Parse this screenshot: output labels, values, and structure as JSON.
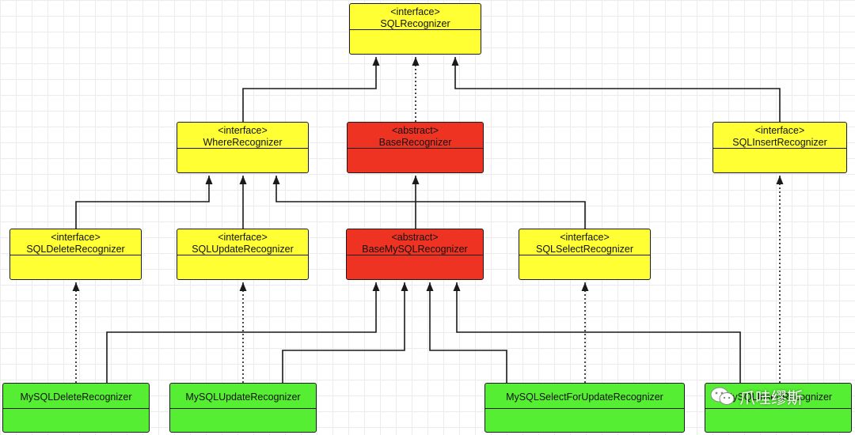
{
  "nodes": [
    {
      "id": "sqlrecognizer",
      "stereotype": "<interface>",
      "name": "SQLRecognizer",
      "color": "yellow"
    },
    {
      "id": "whererecognizer",
      "stereotype": "<interface>",
      "name": "WhereRecognizer",
      "color": "yellow"
    },
    {
      "id": "baserecognizer",
      "stereotype": "<abstract>",
      "name": "BaseRecognizer",
      "color": "red"
    },
    {
      "id": "sqlinsertrecognizer",
      "stereotype": "<interface>",
      "name": "SQLInsertRecognizer",
      "color": "yellow"
    },
    {
      "id": "sqldeleterecognizer",
      "stereotype": "<interface>",
      "name": "SQLDeleteRecognizer",
      "color": "yellow"
    },
    {
      "id": "sqlupdaterecognizer",
      "stereotype": "<interface>",
      "name": "SQLUpdateRecognizer",
      "color": "yellow"
    },
    {
      "id": "basemysqlrecognizer",
      "stereotype": "<abstract>",
      "name": "BaseMySQLRecognizer",
      "color": "red"
    },
    {
      "id": "sqlselectrecognizer",
      "stereotype": "<interface>",
      "name": "SQLSelectRecognizer",
      "color": "yellow"
    },
    {
      "id": "mysqldeleterecognizer",
      "stereotype": "",
      "name": "MySQLDeleteRecognizer",
      "color": "green"
    },
    {
      "id": "mysqlupdaterecognizer",
      "stereotype": "",
      "name": "MySQLUpdateRecognizer",
      "color": "green"
    },
    {
      "id": "mysqlselectforupdaterecognizer",
      "stereotype": "",
      "name": "MySQLSelectForUpdateRecognizer",
      "color": "green"
    },
    {
      "id": "mysqlinsertrecognizer",
      "stereotype": "",
      "name": "MySQLInsertRecognizer",
      "color": "green"
    }
  ],
  "edges": [
    {
      "from": "whererecognizer",
      "to": "sqlrecognizer",
      "style": "solid"
    },
    {
      "from": "baserecognizer",
      "to": "sqlrecognizer",
      "style": "dotted"
    },
    {
      "from": "sqlinsertrecognizer",
      "to": "sqlrecognizer",
      "style": "solid"
    },
    {
      "from": "sqldeleterecognizer",
      "to": "whererecognizer",
      "style": "solid"
    },
    {
      "from": "sqlupdaterecognizer",
      "to": "whererecognizer",
      "style": "solid"
    },
    {
      "from": "sqlselectrecognizer",
      "to": "whererecognizer",
      "style": "solid"
    },
    {
      "from": "basemysqlrecognizer",
      "to": "baserecognizer",
      "style": "solid"
    },
    {
      "from": "mysqldeleterecognizer",
      "to": "sqldeleterecognizer",
      "style": "dotted"
    },
    {
      "from": "mysqlupdaterecognizer",
      "to": "sqlupdaterecognizer",
      "style": "dotted"
    },
    {
      "from": "mysqlselectforupdaterecognizer",
      "to": "sqlselectrecognizer",
      "style": "dotted"
    },
    {
      "from": "mysqlinsertrecognizer",
      "to": "sqlinsertrecognizer",
      "style": "dotted"
    },
    {
      "from": "mysqldeleterecognizer",
      "to": "basemysqlrecognizer",
      "style": "solid"
    },
    {
      "from": "mysqlupdaterecognizer",
      "to": "basemysqlrecognizer",
      "style": "solid"
    },
    {
      "from": "mysqlselectforupdaterecognizer",
      "to": "basemysqlrecognizer",
      "style": "solid"
    },
    {
      "from": "mysqlinsertrecognizer",
      "to": "basemysqlrecognizer",
      "style": "solid"
    }
  ],
  "colors": {
    "yellow": "#ffff33",
    "red": "#ee3322",
    "green": "#55ee33",
    "line": "#1a1a1a"
  },
  "watermark": {
    "text": "爪哇缪斯",
    "icon": "wechat-icon"
  }
}
